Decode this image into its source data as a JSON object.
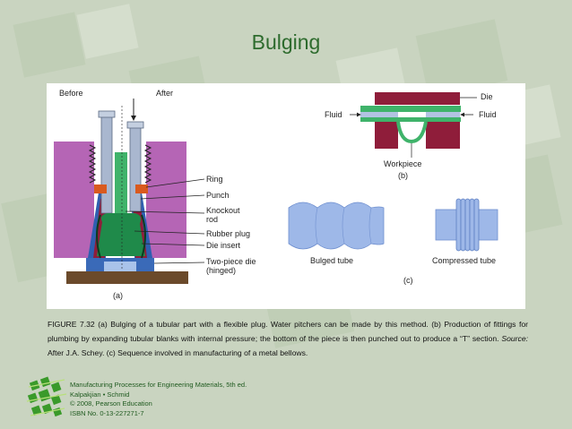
{
  "slide": {
    "title": "Bulging"
  },
  "figure_a": {
    "before_label": "Before",
    "after_label": "After",
    "labels": [
      "Ring",
      "Punch",
      "Knockout rod",
      "Rubber plug",
      "Die insert",
      "Two-piece die (hinged)"
    ],
    "panel_label": "(a)"
  },
  "figure_b": {
    "die_label": "Die",
    "fluid_left": "Fluid",
    "fluid_right": "Fluid",
    "workpiece_label": "Workpiece",
    "panel_label": "(b)"
  },
  "figure_c": {
    "bulged_label": "Bulged tube",
    "compressed_label": "Compressed tube",
    "panel_label": "(c)"
  },
  "caption": {
    "prefix": "FIGURE 7.32   (a) Bulging of a tubular part with a flexible plug. Water pitchers can be made by this method. (b) Production of fittings for plumbing by expanding tubular blanks with internal pressure; the bottom of the piece is then punched out to produce a “T” section. ",
    "source_italic": "Source:",
    "suffix": " After J.A. Schey. (c) Sequence involved in manufacturing of a metal bellows."
  },
  "footer": {
    "line1": "Manufacturing Processes for Engineering Materials, 5th ed.",
    "line2": "Kalpakjian • Schmid",
    "line3": "© 2008, Pearson Education",
    "line4": "ISBN No. 0-13-227271-7"
  },
  "colors": {
    "title": "#2d6b2d",
    "die_purple": "#b565b5",
    "die_crimson": "#8f1d3a",
    "insert_green": "#1f8a4a",
    "workpiece_green": "#3fb36a",
    "punch_steel": "#a9b7cf",
    "tube_blue": "#9eb8e8",
    "base_brown": "#6b4a2b",
    "die_blue": "#2f5fb0"
  }
}
